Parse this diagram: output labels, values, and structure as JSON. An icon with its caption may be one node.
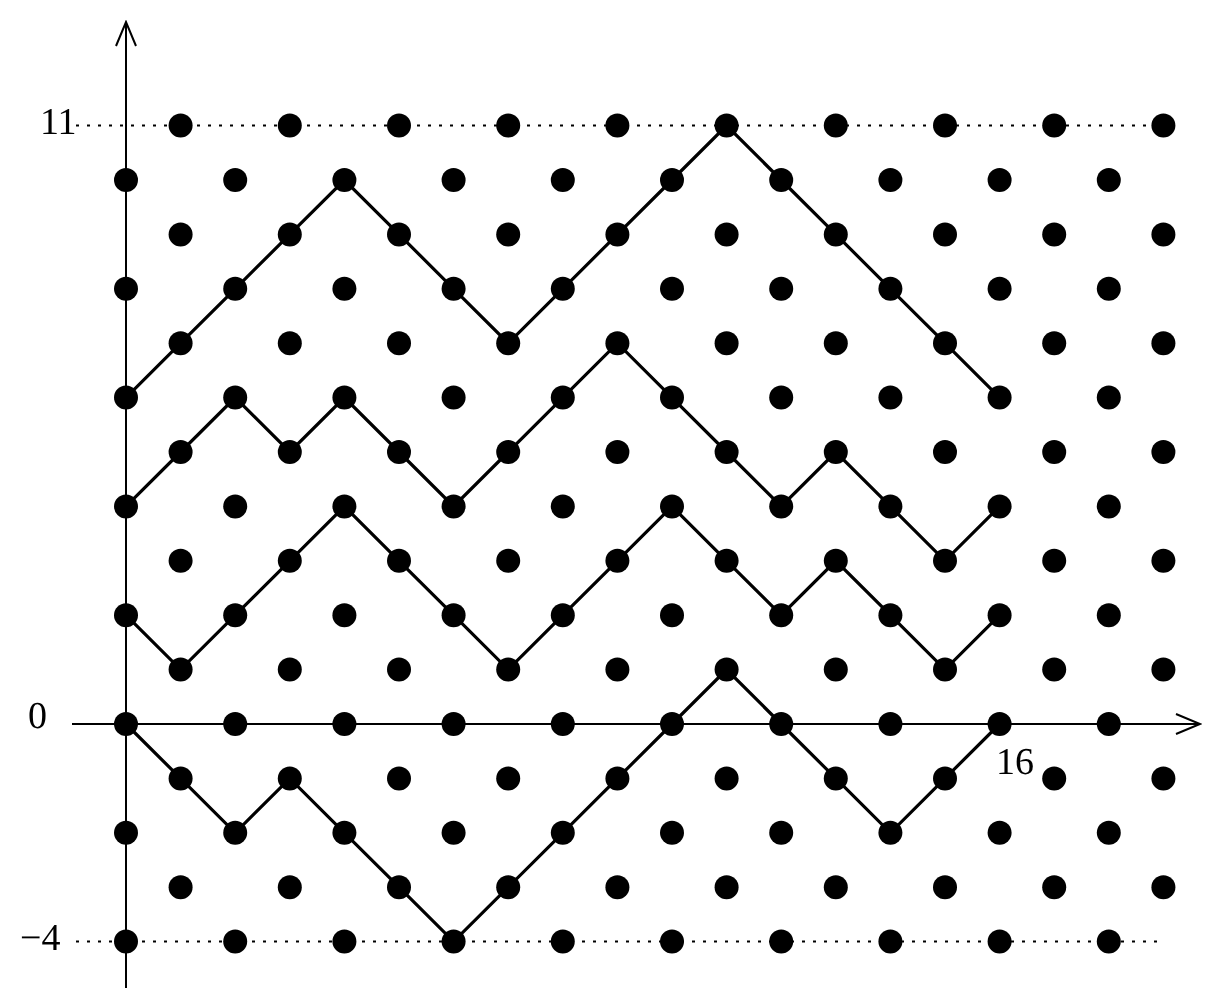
{
  "diagram": {
    "labels": [
      "11",
      "0",
      "16",
      "−4"
    ]
  }
}
